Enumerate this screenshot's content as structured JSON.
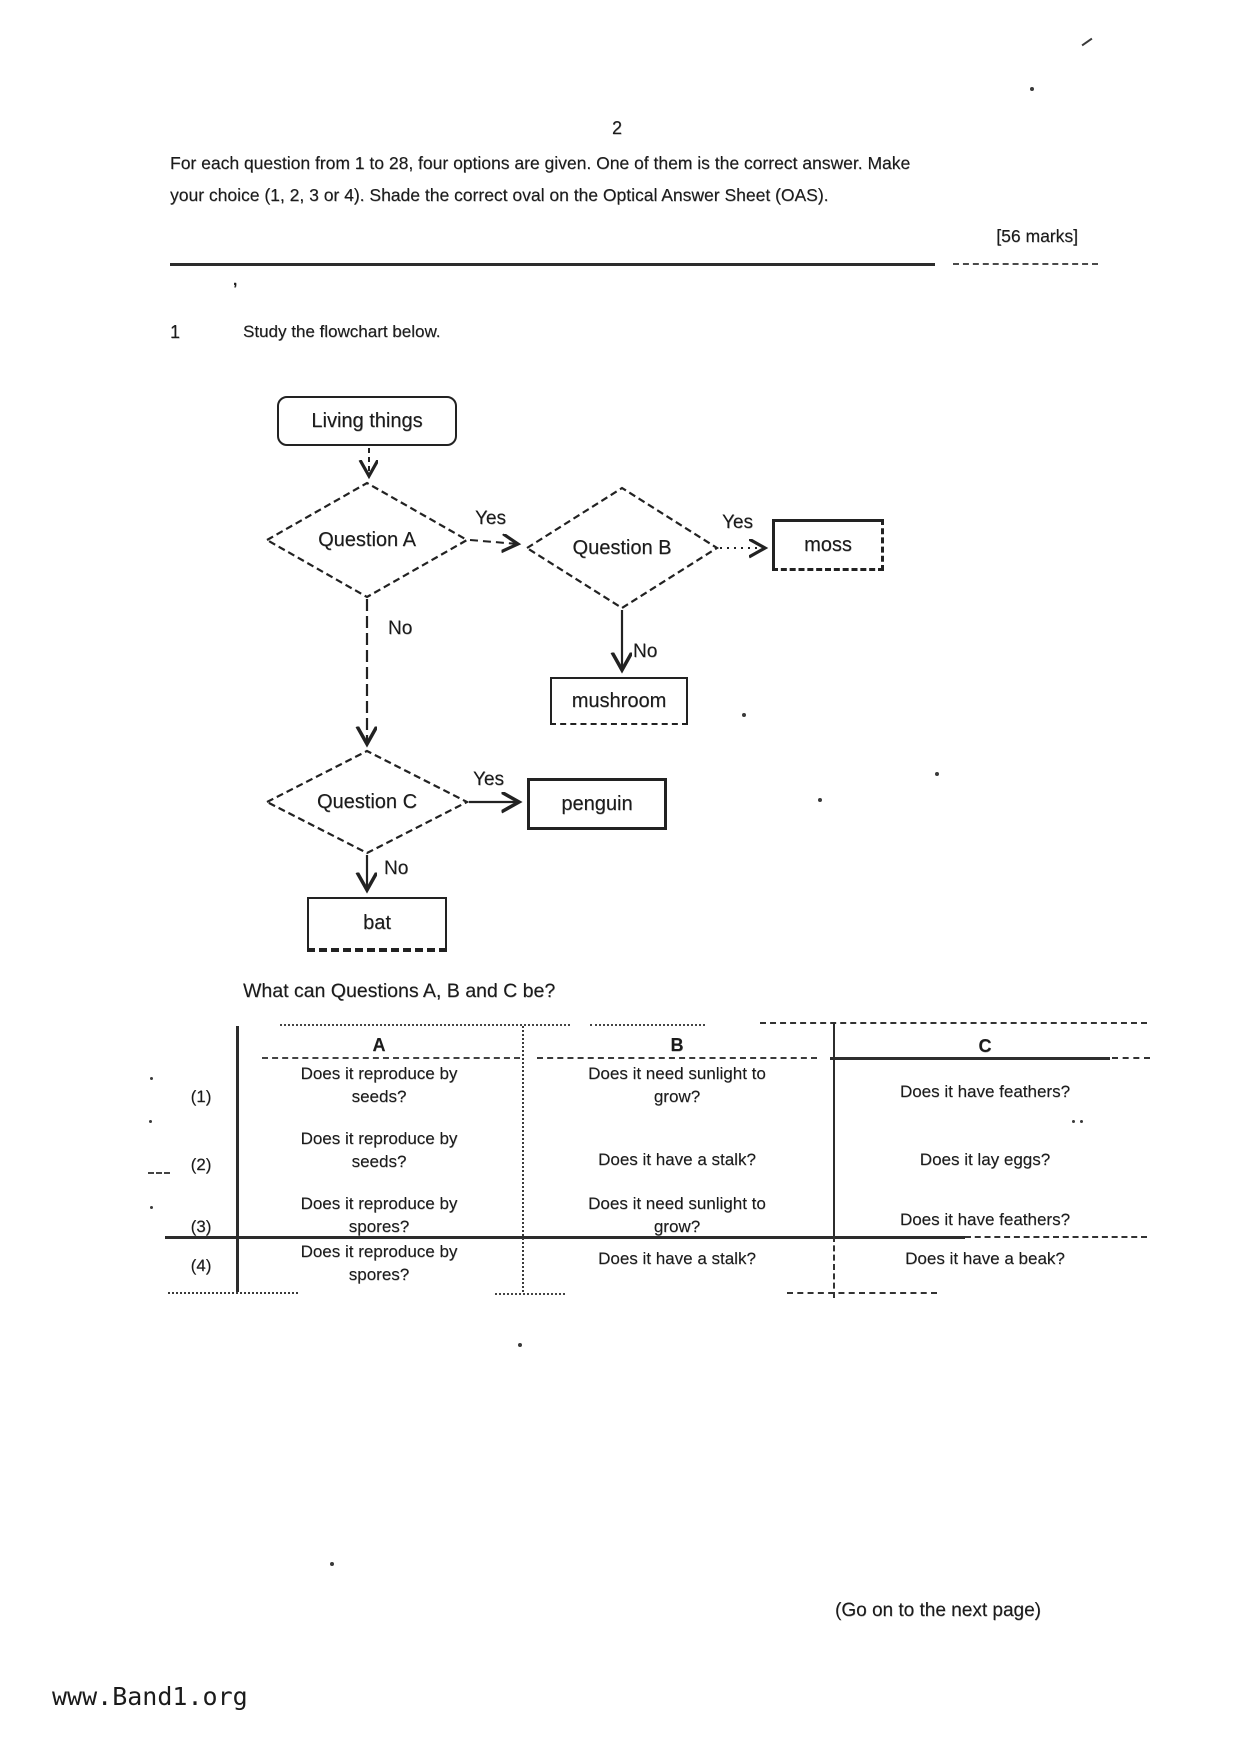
{
  "page": {
    "number": "2"
  },
  "instructions": {
    "line1": "For each question from 1 to 28, four options are given. One of them is the correct answer. Make",
    "line2": "your choice (1, 2, 3 or 4). Shade the correct oval on the Optical Answer Sheet (OAS).",
    "marks": "[56 marks]"
  },
  "question": {
    "number": "1",
    "prompt": "Study the flowchart below.",
    "followup": "What can Questions A, B and C be?"
  },
  "flowchart": {
    "start": "Living things",
    "decision_a": "Question A",
    "decision_b": "Question B",
    "decision_c": "Question C",
    "result_moss": "moss",
    "result_mushroom": "mushroom",
    "result_penguin": "penguin",
    "result_bat": "bat",
    "yes": "Yes",
    "no": "No"
  },
  "table": {
    "col_a": "A",
    "col_b": "B",
    "col_c": "C",
    "rows": [
      {
        "label": "(1)",
        "a": "Does it reproduce by seeds?",
        "b": "Does it need sunlight to grow?",
        "c": "Does it have feathers?"
      },
      {
        "label": "(2)",
        "a": "Does it reproduce by seeds?",
        "b": "Does it have a stalk?",
        "c": "Does it lay eggs?"
      },
      {
        "label": "(3)",
        "a": "Does it reproduce by spores?",
        "b": "Does it need sunlight to grow?",
        "c": "Does it have feathers?"
      },
      {
        "label": "(4)",
        "a": "Does it reproduce by spores?",
        "b": "Does it have a stalk?",
        "c": "Does it have a beak?"
      }
    ]
  },
  "footer": {
    "next": "(Go on to the next page)",
    "website": "www.Band1.org"
  }
}
